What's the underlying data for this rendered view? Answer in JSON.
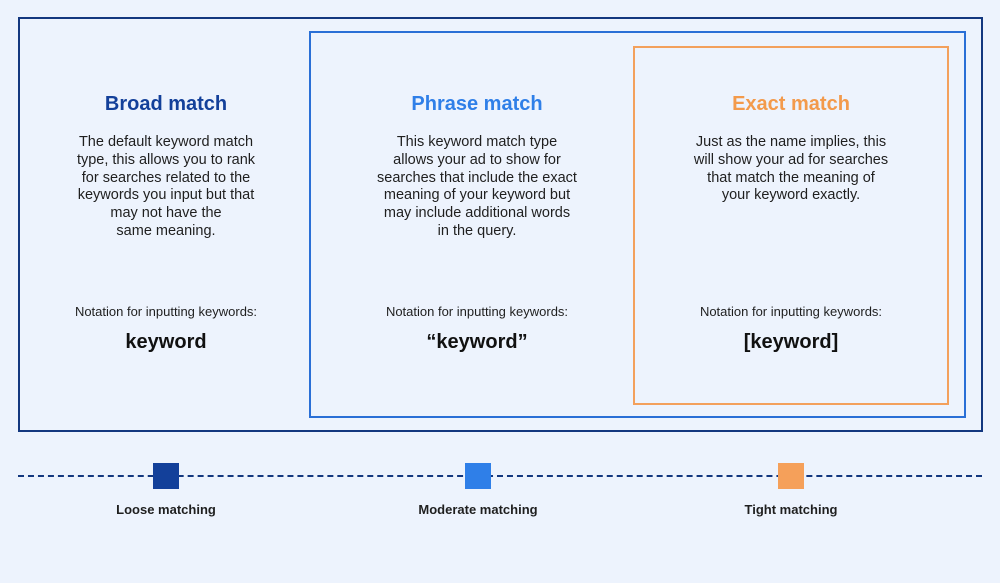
{
  "columns": [
    {
      "title": "Broad match",
      "description": "The default keyword match\ntype, this allows you to rank\nfor searches related to the\nkeywords you input but that\nmay not have the\nsame meaning.",
      "notation_label": "Notation for inputting keywords:",
      "notation": "keyword",
      "color": "#13409a"
    },
    {
      "title": "Phrase match",
      "description": "This keyword match type\nallows your ad to show for\nsearches that include the exact\nmeaning of your keyword but\nmay include additional words\nin the query.",
      "notation_label": "Notation for inputting keywords:",
      "notation": "“keyword”",
      "color": "#2f7fe8"
    },
    {
      "title": "Exact match",
      "description": "Just as the name implies, this\nwill show your ad for searches\nthat match the meaning of\nyour keyword exactly.",
      "notation_label": "Notation for inputting keywords:",
      "notation": "[keyword]",
      "color": "#f39a4b"
    }
  ],
  "scale": {
    "labels": [
      "Loose matching",
      "Moderate matching",
      "Tight matching"
    ]
  }
}
